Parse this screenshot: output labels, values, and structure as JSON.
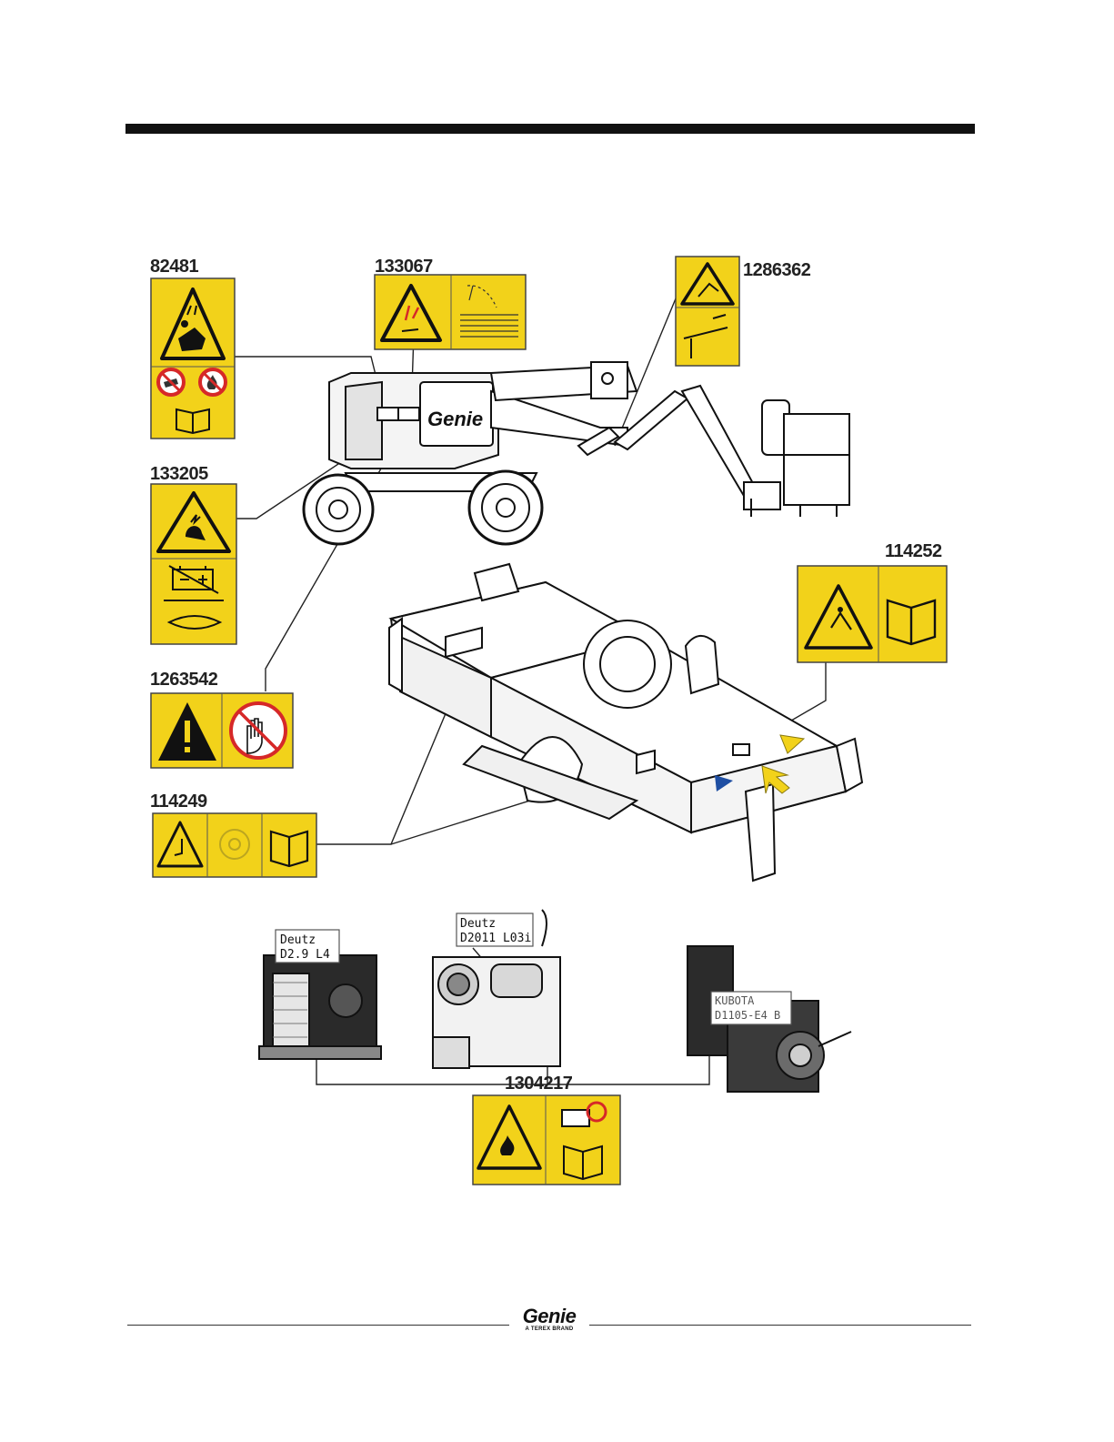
{
  "part_numbers": {
    "p82481": "82481",
    "p133067": "133067",
    "p1286362": "1286362",
    "p133205": "133205",
    "p114252": "114252",
    "p1263542": "1263542",
    "p114249": "114249",
    "p1304217": "1304217"
  },
  "machine_brand_label": "Genie",
  "engines": [
    {
      "line1": "Deutz",
      "line2": "D2.9 L4"
    },
    {
      "line1": "Deutz",
      "line2": "D2011 L03i"
    },
    {
      "line1": "KUBOTA",
      "line2": "D1105-E4 B"
    }
  ],
  "footer": {
    "logo": "Genie",
    "tagline": "A TEREX BRAND"
  },
  "colors": {
    "decal_yellow": "#f2d21a",
    "outline": "#1a1a1a",
    "prohibition_red": "#d62828",
    "arrow_blue": "#1f4fa3"
  }
}
